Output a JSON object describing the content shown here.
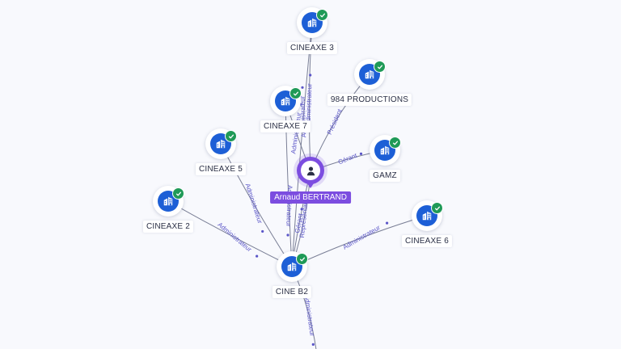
{
  "person": {
    "name": "Arnaud BERTRAND",
    "icon": "person-icon"
  },
  "companies": [
    {
      "id": "cineaxe3",
      "name": "CINEAXE 3",
      "icon": "company-building-icon",
      "verified": true
    },
    {
      "id": "p984",
      "name": "984 PRODUCTIONS",
      "icon": "company-building-icon",
      "verified": true
    },
    {
      "id": "cineaxe7",
      "name": "CINEAXE 7",
      "icon": "company-building-icon",
      "verified": true
    },
    {
      "id": "cineaxe5",
      "name": "CINEAXE 5",
      "icon": "company-building-icon",
      "verified": true
    },
    {
      "id": "gamz",
      "name": "GAMZ",
      "icon": "company-building-icon",
      "verified": true
    },
    {
      "id": "cineaxe2",
      "name": "CINEAXE 2",
      "icon": "company-building-icon",
      "verified": true
    },
    {
      "id": "cineaxe6",
      "name": "CINEAXE 6",
      "icon": "company-building-icon",
      "verified": true
    },
    {
      "id": "cineb2",
      "name": "CINE B2",
      "icon": "company-building-icon",
      "verified": true
    }
  ],
  "relations": [
    {
      "from": "person",
      "to": "cineaxe3",
      "label": "Administrateur"
    },
    {
      "from": "person",
      "to": "cineaxe7",
      "label": "Administrateur"
    },
    {
      "from": "person",
      "to": "p984",
      "label": "Président"
    },
    {
      "from": "person",
      "to": "gamz",
      "label": "Gérant"
    },
    {
      "from": "person",
      "to": "cineb2",
      "label": "Gérant"
    },
    {
      "from": "person",
      "to": "cineb2",
      "label": "Représentant"
    },
    {
      "from": "cineb2",
      "to": "cineaxe5",
      "label": "Administrateur"
    },
    {
      "from": "cineb2",
      "to": "cineaxe2",
      "label": "Administrateur"
    },
    {
      "from": "cineb2",
      "to": "cineaxe6",
      "label": "Administrateur"
    },
    {
      "from": "cineb2",
      "to": "cineaxe7",
      "label": "Administrateur"
    },
    {
      "from": "cineb2",
      "to": "cineaxe3",
      "label": "Administrateur"
    },
    {
      "from": "cineb2",
      "to": "offscreen",
      "label": "Administrateur"
    }
  ],
  "colors": {
    "person": "#7c4de0",
    "company": "#1d5fd6",
    "verified": "#1f9a57",
    "edge": "#7a7f96",
    "edge_label": "#5a55c8"
  }
}
